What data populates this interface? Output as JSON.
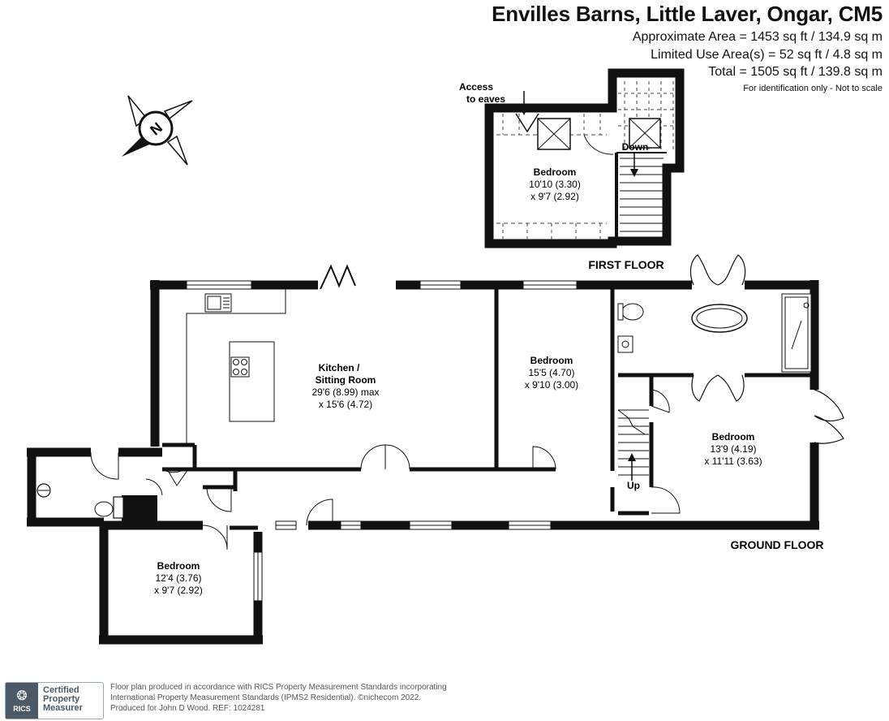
{
  "header": {
    "title": "Envilles Barns, Little Laver, Ongar, CM5",
    "area_lines": [
      "Approximate Area = 1453 sq ft / 134.9 sq m",
      "Limited Use Area(s) = 52 sq ft / 4.8 sq m",
      "Total = 1505 sq ft / 139.8 sq m"
    ],
    "note": "For identification only - Not to scale"
  },
  "floors": {
    "first": "FIRST FLOOR",
    "ground": "GROUND FLOOR"
  },
  "labels": {
    "access_line1": "Access",
    "access_line2": "to eaves",
    "down": "Down",
    "up": "Up"
  },
  "rooms": {
    "first_bedroom": {
      "name": "Bedroom",
      "dim1": "10'10 (3.30)",
      "dim2": "x 9'7 (2.92)"
    },
    "kitchen": {
      "name1": "Kitchen /",
      "name2": "Sitting Room",
      "dim1": "29'6 (8.99) max",
      "dim2": "x 15'6 (4.72)"
    },
    "bedroom_mid": {
      "name": "Bedroom",
      "dim1": "15'5 (4.70)",
      "dim2": "x 9'10 (3.00)"
    },
    "bedroom_right": {
      "name": "Bedroom",
      "dim1": "13'9 (4.19)",
      "dim2": "x 11'11 (3.63)"
    },
    "bedroom_left": {
      "name": "Bedroom",
      "dim1": "12'4 (3.76)",
      "dim2": "x 9'7 (2.92)"
    }
  },
  "compass": {
    "letter": "N",
    "icon": "compass-rose-icon"
  },
  "footer": {
    "rics_word": "RICS",
    "cert_line1": "Certified",
    "cert_line2": "Property",
    "cert_line3": "Measurer",
    "line1": "Floor plan produced in accordance with RICS Property Measurement Standards incorporating",
    "line2": "International Property Measurement Standards (IPMS2 Residential).  ©nichecom 2022.",
    "line3": "Produced for John D Wood.   REF:  1024281"
  },
  "colors": {
    "wall": "#111111",
    "text": "#111111",
    "rics": "#4b5a66"
  }
}
